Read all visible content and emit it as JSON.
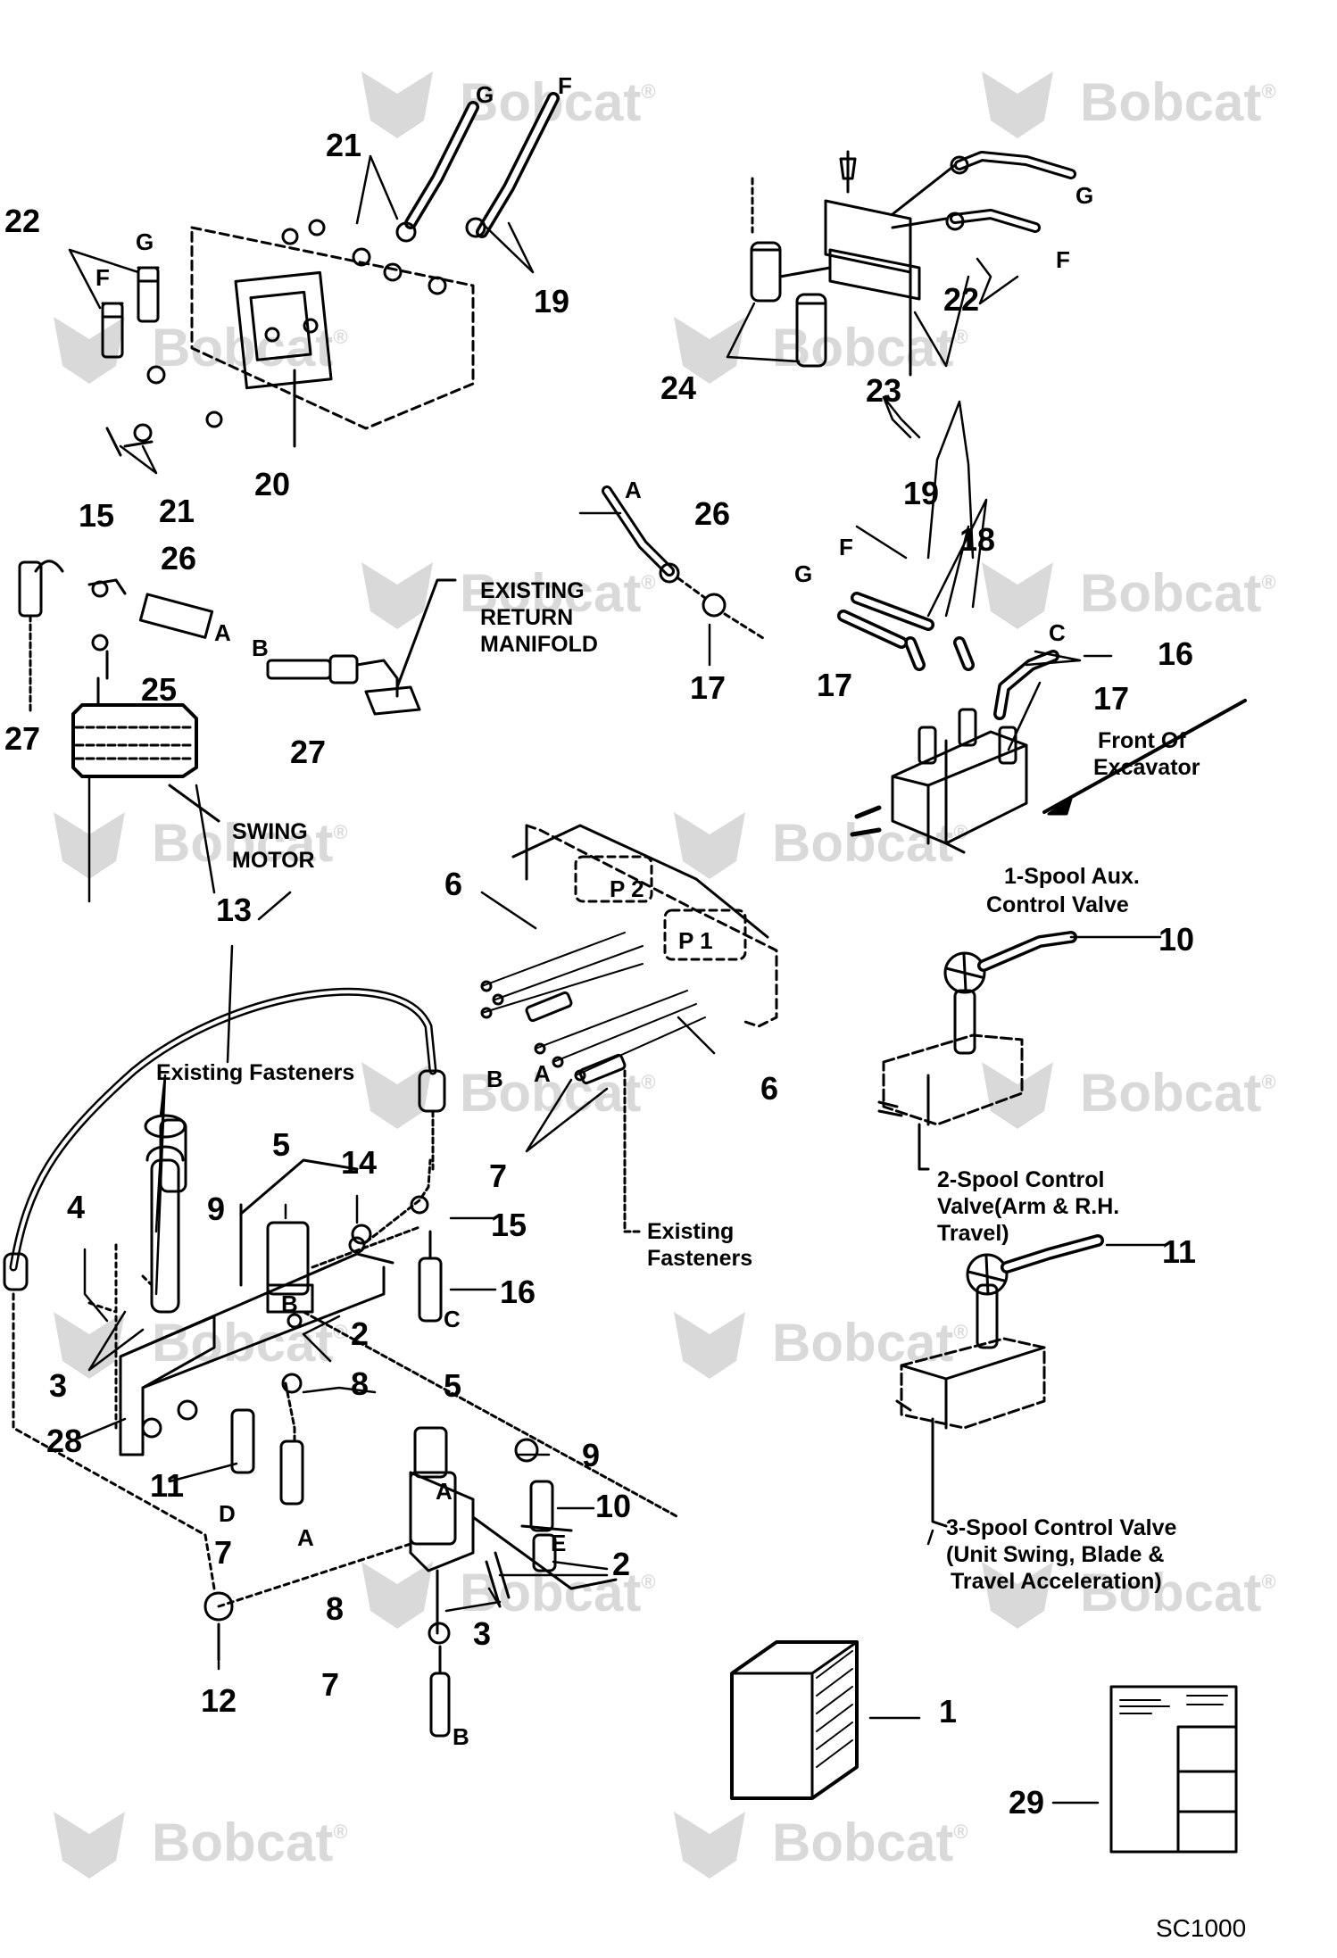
{
  "watermark": {
    "text": "Bobcat",
    "mark": "®",
    "color": "#d9d9d9"
  },
  "callouts": {
    "c22a": "22",
    "c21a": "21",
    "c19a": "19",
    "c20": "20",
    "c21b": "21",
    "c22b": "22",
    "c24": "24",
    "c23": "23",
    "c15a": "15",
    "c26a": "26",
    "c25": "25",
    "c27a": "27",
    "c27b": "27",
    "c26b": "26",
    "c17a": "17",
    "c19b": "19",
    "c18": "18",
    "c17b": "17",
    "c16a": "16",
    "c17c": "17",
    "c13": "13",
    "c6a": "6",
    "c6b": "6",
    "c7a": "7",
    "c10": "10",
    "c5a": "5",
    "c9a": "9",
    "c14": "14",
    "c15b": "15",
    "c16b": "16",
    "c4": "4",
    "c3a": "3",
    "c2a": "2",
    "c8a": "8",
    "c28": "28",
    "c11a": "11",
    "c7b": "7",
    "c5b": "5",
    "c9b": "9",
    "c10b": "10",
    "c2b": "2",
    "c3b": "3",
    "c8b": "8",
    "c7c": "7",
    "c12": "12",
    "c11b": "11",
    "c1": "1",
    "c29": "29"
  },
  "port_letters": {
    "g1": "G",
    "f1": "F",
    "g2": "G",
    "f2": "F",
    "g3": "G",
    "f3": "F",
    "a1": "A",
    "b1": "B",
    "a2": "A",
    "f4": "F",
    "g4": "G",
    "c1": "C",
    "p2": "P 2",
    "p1": "P 1",
    "b2": "B",
    "a3": "A",
    "b3": "B",
    "c2": "C",
    "d1": "D",
    "a4": "A",
    "a5": "A",
    "e1": "E",
    "b4": "B"
  },
  "captions": {
    "existing_return_manifold": [
      "EXISTING",
      "RETURN",
      "MANIFOLD"
    ],
    "swing_motor": [
      "SWING",
      "MOTOR"
    ],
    "front_of_excavator": [
      "Front Of",
      "Excavator"
    ],
    "one_spool": [
      "1-Spool Aux.",
      "Control Valve"
    ],
    "two_spool": [
      "2-Spool Control",
      "Valve(Arm & R.H.",
      "Travel)"
    ],
    "three_spool": [
      "3-Spool Control Valve",
      "(Unit Swing, Blade &",
      "Travel Acceleration)"
    ],
    "existing_fasteners_top": "Existing Fasteners",
    "existing_fasteners_bottom": [
      "Existing",
      "Fasteners"
    ]
  },
  "figure_code": "SC1000"
}
